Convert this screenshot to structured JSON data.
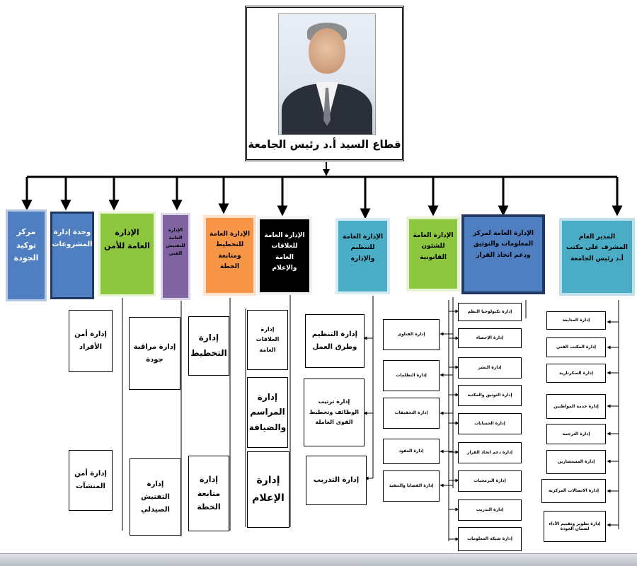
{
  "header": {
    "title": "قطاع السيد أ.د رئيس الجامعة"
  },
  "colors": {
    "blue": "#4f7fc1",
    "green": "#8dc63f",
    "purple": "#8064a2",
    "orange": "#f79646",
    "black": "#000000",
    "teal": "#4bacc6",
    "navy": "#1f3864",
    "line": "#000000"
  },
  "departments": [
    {
      "label": "المدير العام المشرف على مكتب أ.د رئيس الجامعة"
    },
    {
      "label": "الإدارة العامة لمركز المعلومات والتوثيق ودعم اتخاذ القرار"
    },
    {
      "label": "الإدارة العامة للشئون القانونية"
    },
    {
      "label": "الإدارة العامة للتنظيم والإدارة"
    },
    {
      "label": "الإدارة العامة للعلاقات العامة والإعلام"
    },
    {
      "label": "الإدارة العامة للتخطيط ومتابعة الخطة"
    },
    {
      "label": "الإدارة العامة للتفتيش الفني"
    },
    {
      "label": "الإدارة العامة للأمن"
    },
    {
      "label": "وحدة إدارة المشروعات"
    },
    {
      "label": "مركز توكيد الجودة"
    }
  ],
  "office_units": [
    "إدارة المتابعة",
    "إدارة المكتب الفني",
    "إدارة السكرتارية",
    "إدارة خدمة المواطنين",
    "إدارة الترجمة",
    "إدارة المستشارين",
    "إدارة الاتصالات المركزية",
    "إدارة تطوير وتقييم الأداء لضمان الجودة"
  ],
  "info_units": [
    "إدارة تكنولوجيا النظم",
    "إدارة الإحصاء",
    "إدارة النشر",
    "إدارة التوثيق والمكتبة",
    "إدارة الحسابات",
    "إدارة دعم اتخاذ القرار",
    "إدارة البرمجيات",
    "إدارة التدريب",
    "إدارة شبكة المعلومات"
  ],
  "legal_units": [
    "إدارة الفتاوى",
    "إدارة التظلمات",
    "إدارة التحقيقات",
    "إدارة العقود",
    "إدارة القضايا والتنفيذ"
  ],
  "org_units": [
    "إدارة التنظيم وطرق العمل",
    "إدارة ترتيب الوظائف وتخطيط القوى العاملة",
    "إدارة التدريب"
  ],
  "pr_units": [
    "إدارة العلاقات العامة",
    "إدارة المراسم والضيافة",
    "إدارة الإعلام"
  ],
  "planning_units": [
    "إدارة التخطيط",
    "إدارة متابعة الخطة"
  ],
  "inspection_units": [
    "إدارة مراقبة جودة",
    "إدارة التفتيش الصيدلي"
  ],
  "security_units": [
    "إدارة أمن الأفراد",
    "إدارة أمن المنشآت"
  ]
}
